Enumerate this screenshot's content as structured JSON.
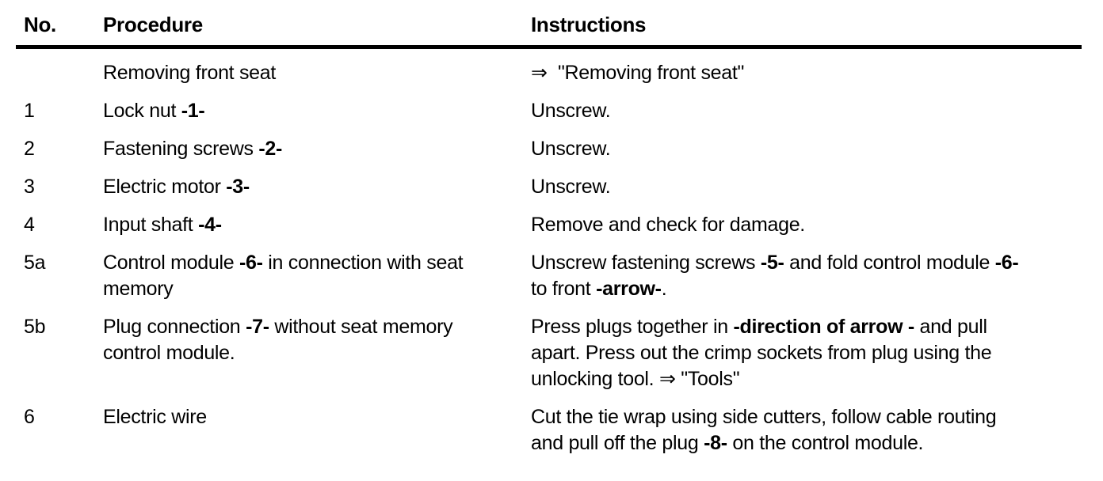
{
  "page": {
    "background_color": "#ffffff",
    "text_color": "#000000"
  },
  "table": {
    "headers": [
      "No.",
      "Procedure",
      "Instructions"
    ],
    "rows": [
      {
        "no": "",
        "procedure": [
          [
            {
              "t": "Removing front seat"
            }
          ]
        ],
        "instructions": [
          [
            {
              "t": "⇒  \"Removing front seat\""
            }
          ]
        ]
      },
      {
        "no": "1",
        "procedure": [
          [
            {
              "t": "Lock nut "
            },
            {
              "t": "-1-",
              "b": true
            }
          ]
        ],
        "instructions": [
          [
            {
              "t": "Unscrew."
            }
          ]
        ]
      },
      {
        "no": "2",
        "procedure": [
          [
            {
              "t": "Fastening screws "
            },
            {
              "t": "-2-",
              "b": true
            }
          ]
        ],
        "instructions": [
          [
            {
              "t": "Unscrew."
            }
          ]
        ]
      },
      {
        "no": "3",
        "procedure": [
          [
            {
              "t": "Electric motor "
            },
            {
              "t": "-3-",
              "b": true
            }
          ]
        ],
        "instructions": [
          [
            {
              "t": "Unscrew."
            }
          ]
        ]
      },
      {
        "no": "4",
        "procedure": [
          [
            {
              "t": "Input shaft "
            },
            {
              "t": "-4-",
              "b": true
            }
          ]
        ],
        "instructions": [
          [
            {
              "t": "Remove and check for damage."
            }
          ]
        ]
      },
      {
        "no": "5a",
        "procedure": [
          [
            {
              "t": "Control module "
            },
            {
              "t": "-6-",
              "b": true
            },
            {
              "t": " in connection with seat"
            }
          ],
          [
            {
              "t": "memory"
            }
          ]
        ],
        "instructions": [
          [
            {
              "t": "Unscrew fastening screws "
            },
            {
              "t": "-5-",
              "b": true
            },
            {
              "t": " and fold control module "
            },
            {
              "t": "-6-",
              "b": true
            }
          ],
          [
            {
              "t": "to front "
            },
            {
              "t": "-arrow-",
              "b": true
            },
            {
              "t": "."
            }
          ]
        ]
      },
      {
        "no": "5b",
        "procedure": [
          [
            {
              "t": "Plug connection "
            },
            {
              "t": "-7-",
              "b": true
            },
            {
              "t": " without seat memory"
            }
          ],
          [
            {
              "t": "control module."
            }
          ]
        ],
        "instructions": [
          [
            {
              "t": "Press plugs together in "
            },
            {
              "t": "-direction of arrow -",
              "b": true
            },
            {
              "t": " and pull"
            }
          ],
          [
            {
              "t": "apart. Press out the crimp sockets from plug using the"
            }
          ],
          [
            {
              "t": "unlocking tool. ⇒ \"Tools\""
            }
          ]
        ]
      },
      {
        "no": "6",
        "procedure": [
          [
            {
              "t": "Electric wire"
            }
          ]
        ],
        "instructions": [
          [
            {
              "t": "Cut the tie wrap using side cutters, follow cable routing"
            }
          ],
          [
            {
              "t": "and pull off the plug "
            },
            {
              "t": "-8-",
              "b": true
            },
            {
              "t": " on the control module."
            }
          ]
        ]
      }
    ]
  }
}
